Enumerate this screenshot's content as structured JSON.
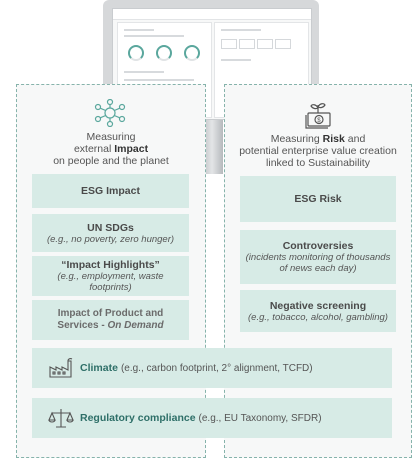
{
  "left": {
    "heading_line1": "Measuring",
    "heading_line2_pre": "external",
    "heading_line2_bold": "Impact",
    "heading_line3": "on people and the planet",
    "boxes": [
      {
        "title": "ESG Impact",
        "sub": ""
      },
      {
        "title": "UN SDGs",
        "sub": "(e.g., no poverty, zero hunger)"
      },
      {
        "title": "“Impact Highlights”",
        "sub": "(e.g., employment, waste footprints)"
      },
      {
        "title": "Impact of Product and Services - ",
        "title_italic": "On Demand",
        "sub": ""
      }
    ]
  },
  "right": {
    "heading_line1_pre": "Measuring",
    "heading_line1_bold": "Risk",
    "heading_line1_post": "and",
    "heading_line2": "potential enterprise value creation",
    "heading_line3": "linked to Sustainability",
    "boxes": [
      {
        "title": "ESG Risk",
        "sub": ""
      },
      {
        "title": "Controversies",
        "sub": "(incidents monitoring of thousands of news each day)"
      },
      {
        "title": "Negative screening",
        "sub": "(e.g., tobacco, alcohol, gambling)"
      }
    ]
  },
  "bottom": [
    {
      "title": "Climate",
      "sub": "(e.g., carbon footprint, 2° alignment, TCFD)"
    },
    {
      "title": "Regulatory compliance",
      "sub": "(e.g., EU Taxonomy, SFDR)"
    }
  ],
  "colors": {
    "accent": "#2e6f68",
    "box_fill": "#d7ebe6",
    "dashed": "#86b3ab"
  }
}
